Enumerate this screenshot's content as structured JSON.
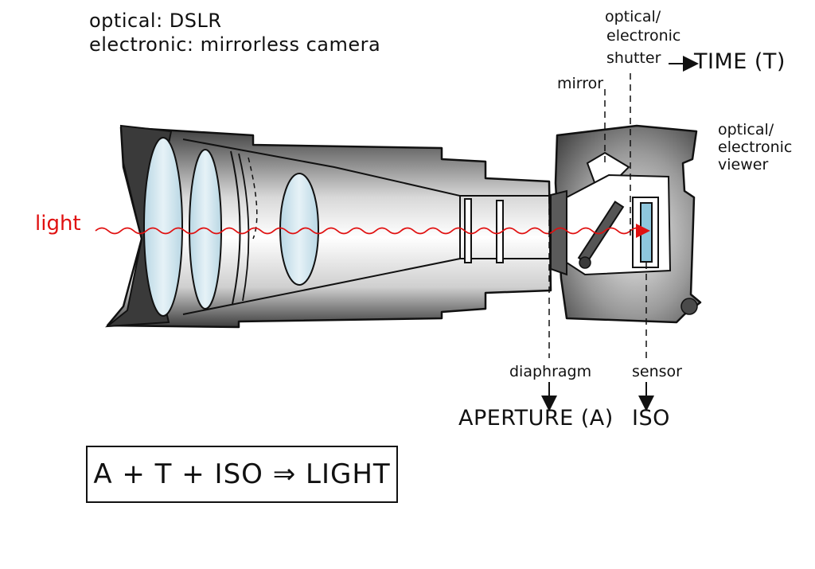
{
  "notes": {
    "line1": "optical: DSLR",
    "line2": "electronic: mirrorless camera"
  },
  "labels": {
    "light_in": "light",
    "shutter_line1": "optical/",
    "shutter_line2": "electronic",
    "shutter_line3": "shutter",
    "time": "TIME (T)",
    "mirror": "mirror",
    "viewer_line1": "optical/",
    "viewer_line2": "electronic",
    "viewer_line3": "viewer",
    "diaphragm": "diaphragm",
    "aperture": "APERTURE (A)",
    "sensor": "sensor",
    "iso": "ISO"
  },
  "formula": "A + T + ISO ⇒ LIGHT",
  "colors": {
    "ink": "#111111",
    "light_ray": "#e01010",
    "lens_glass": "#cfe4ee",
    "sensor": "#8ec6dc",
    "body_dark": "#444444"
  },
  "icons": [
    "wavy-light-ray",
    "arrow-down-icon",
    "arrow-right-icon"
  ]
}
